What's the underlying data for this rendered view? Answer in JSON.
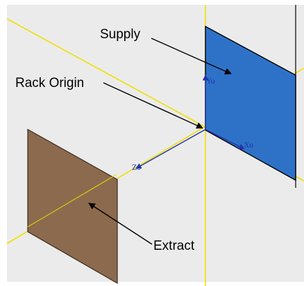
{
  "labels": {
    "supply": "Supply",
    "rack_origin": "Rack Origin",
    "extract": "Extract"
  },
  "axes": {
    "x": "Xo",
    "y": "Yo",
    "z": "Zo"
  },
  "colors": {
    "background_panel": "#ebebeb",
    "page": "#ffffff",
    "supply_fill": "#2e72c8",
    "extract_fill": "#8c6a4e",
    "yellow_line": "#f0e000",
    "axis_color": "#2233aa",
    "edge": "#000000"
  }
}
